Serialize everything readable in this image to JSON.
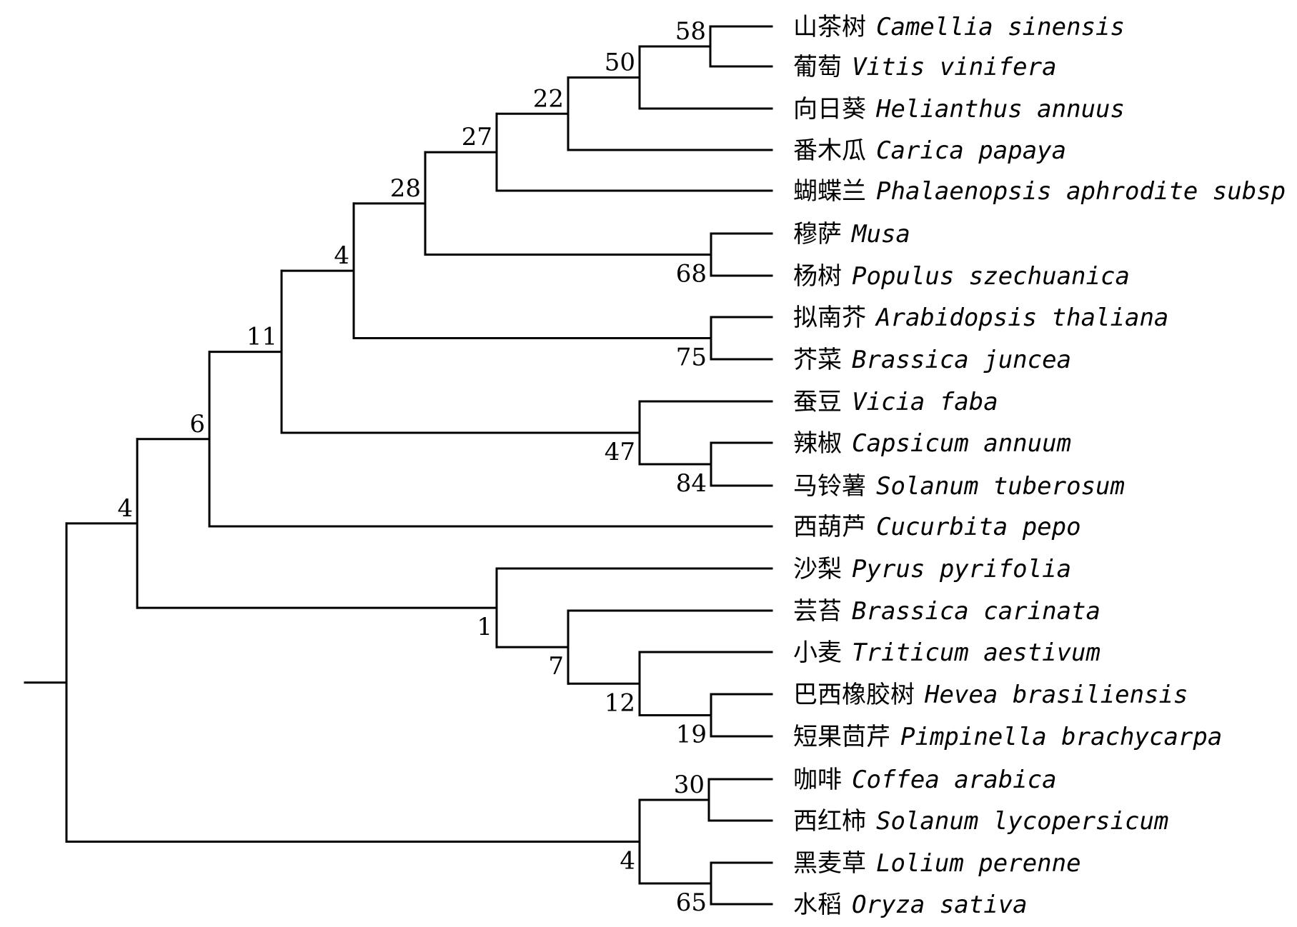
{
  "tree": {
    "taxa": [
      {
        "cn": "山茶树",
        "latin": "Camellia sinensis"
      },
      {
        "cn": "葡萄",
        "latin": "Vitis vinifera"
      },
      {
        "cn": "向日葵",
        "latin": "Helianthus annuus"
      },
      {
        "cn": "番木瓜",
        "latin": "Carica papaya"
      },
      {
        "cn": "蝴蝶兰",
        "latin": "Phalaenopsis aphrodite subsp"
      },
      {
        "cn": "穆萨",
        "latin": "Musa"
      },
      {
        "cn": "杨树",
        "latin": "Populus szechuanica"
      },
      {
        "cn": "拟南芥",
        "latin": "Arabidopsis thaliana"
      },
      {
        "cn": "芥菜",
        "latin": "Brassica juncea"
      },
      {
        "cn": "蚕豆",
        "latin": "Vicia faba"
      },
      {
        "cn": "辣椒",
        "latin": "Capsicum annuum"
      },
      {
        "cn": "马铃薯",
        "latin": "Solanum tuberosum"
      },
      {
        "cn": "西葫芦",
        "latin": "Cucurbita pepo"
      },
      {
        "cn": "沙梨",
        "latin": "Pyrus pyrifolia"
      },
      {
        "cn": "芸苔",
        "latin": "Brassica carinata"
      },
      {
        "cn": "小麦",
        "latin": "Triticum aestivum"
      },
      {
        "cn": "巴西橡胶树",
        "latin": "Hevea brasiliensis"
      },
      {
        "cn": "短果茴芹",
        "latin": "Pimpinella brachycarpa"
      },
      {
        "cn": "咖啡",
        "latin": "Coffea arabica"
      },
      {
        "cn": "西红柿",
        "latin": "Solanum lycopersicum"
      },
      {
        "cn": "黑麦草",
        "latin": "Lolium perenne"
      },
      {
        "cn": "水稻",
        "latin": "Oryza sativa"
      }
    ],
    "nodes": [
      {
        "id": "n58",
        "bootstrap": "58",
        "children": [
          0,
          1
        ]
      },
      {
        "id": "n50",
        "bootstrap": "50",
        "children": [
          "n58",
          2
        ]
      },
      {
        "id": "n22",
        "bootstrap": "22",
        "children": [
          "n50",
          3
        ]
      },
      {
        "id": "n27",
        "bootstrap": "27",
        "children": [
          "n22",
          4
        ]
      },
      {
        "id": "n68",
        "bootstrap": "68",
        "children": [
          5,
          6
        ]
      },
      {
        "id": "n28",
        "bootstrap": "28",
        "children": [
          "n27",
          "n68"
        ]
      },
      {
        "id": "n75",
        "bootstrap": "75",
        "children": [
          7,
          8
        ]
      },
      {
        "id": "n4a",
        "bootstrap": "4",
        "children": [
          "n28",
          "n75"
        ]
      },
      {
        "id": "n84",
        "bootstrap": "84",
        "children": [
          10,
          11
        ]
      },
      {
        "id": "n47",
        "bootstrap": "47",
        "children": [
          9,
          "n84"
        ]
      },
      {
        "id": "n11",
        "bootstrap": "11",
        "children": [
          "n4a",
          "n47"
        ]
      },
      {
        "id": "n6",
        "bootstrap": "6",
        "children": [
          "n11",
          12
        ]
      },
      {
        "id": "n19",
        "bootstrap": "19",
        "children": [
          16,
          17
        ]
      },
      {
        "id": "n12",
        "bootstrap": "12",
        "children": [
          15,
          "n19"
        ]
      },
      {
        "id": "n7",
        "bootstrap": "7",
        "children": [
          14,
          "n12"
        ]
      },
      {
        "id": "n1",
        "bootstrap": "1",
        "children": [
          13,
          "n7"
        ]
      },
      {
        "id": "n4b",
        "bootstrap": "4",
        "children": [
          "n6",
          "n1"
        ]
      },
      {
        "id": "n30",
        "bootstrap": "30",
        "children": [
          18,
          19
        ]
      },
      {
        "id": "n65",
        "bootstrap": "65",
        "children": [
          20,
          21
        ]
      },
      {
        "id": "n4c",
        "bootstrap": "4",
        "children": [
          "n30",
          "n65"
        ]
      },
      {
        "id": "root",
        "bootstrap": "",
        "children": [
          "n4b",
          "n4c"
        ]
      }
    ]
  }
}
